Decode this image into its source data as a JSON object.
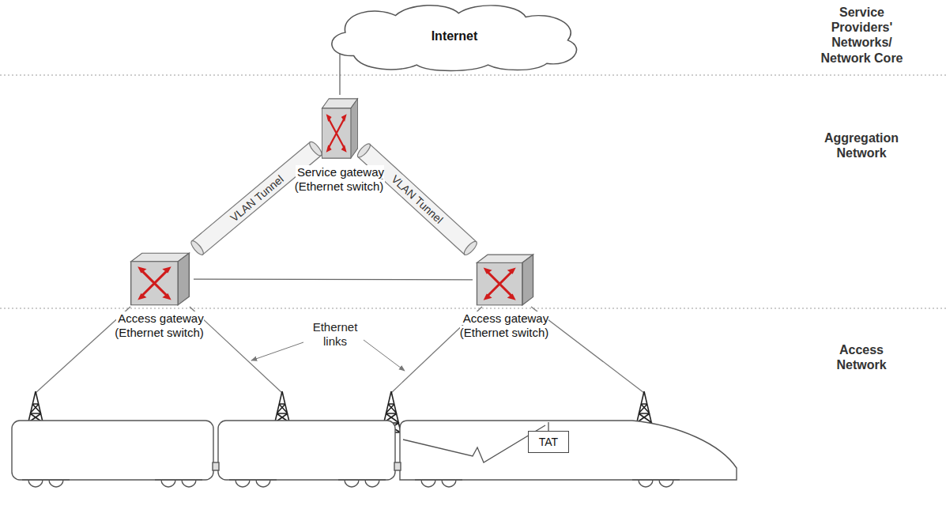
{
  "diagram": {
    "nodes": [
      {
        "text": [
          "Internet"
        ]
      },
      {
        "text": [
          "Service gateway (Ethernet switch)"
        ]
      },
      {
        "text": [
          "Access gateway (Ethernet switch)"
        ]
      },
      {
        "text": [
          "Access gateway (Ethernet switch)"
        ]
      },
      {
        "text": [
          "TAT"
        ]
      }
    ],
    "edges": [
      {
        "from": 0,
        "to": 1,
        "arrow": "none"
      },
      {
        "from": 1,
        "to": 2,
        "label": "VLAN Tunnel",
        "arrow": "none"
      },
      {
        "from": 1,
        "to": 3,
        "label": "VLAN Tunnel",
        "arrow": "none"
      },
      {
        "from": 2,
        "to": 3,
        "arrow": "none"
      }
    ],
    "labels": [
      "Service Providers' Networks/ Network Core",
      "Aggregation Network",
      "Access Network",
      "Ethernet links"
    ]
  }
}
